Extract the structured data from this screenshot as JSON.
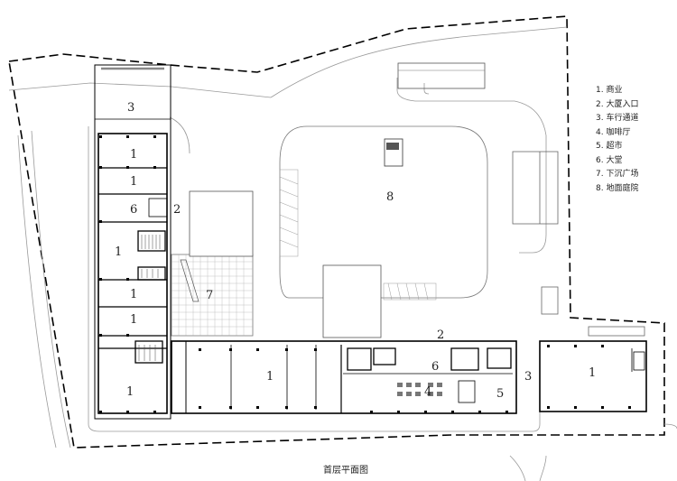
{
  "legend": [
    "1. 商业",
    "2. 大厦入口",
    "3. 车行通道",
    "4. 咖啡厅",
    "5. 超市",
    "6. 大堂",
    "7. 下沉广场",
    "8. 地面庭院"
  ],
  "caption": "首层平面图",
  "labels": {
    "west_top_3": "3",
    "west_1a": "1",
    "west_1b": "1",
    "west_6": "6",
    "west_2": "2",
    "west_1c": "1",
    "west_1d": "1",
    "west_1e": "1",
    "west_1f": "1",
    "plaza_7": "7",
    "court_8": "8",
    "south_1": "1",
    "south_2": "2",
    "south_6": "6",
    "south_4": "4",
    "south_5": "5",
    "south_3": "3",
    "east_1": "1"
  },
  "colors": {
    "line": "#000000",
    "thin": "#6a6a6a",
    "road": "#9a9a9a"
  }
}
